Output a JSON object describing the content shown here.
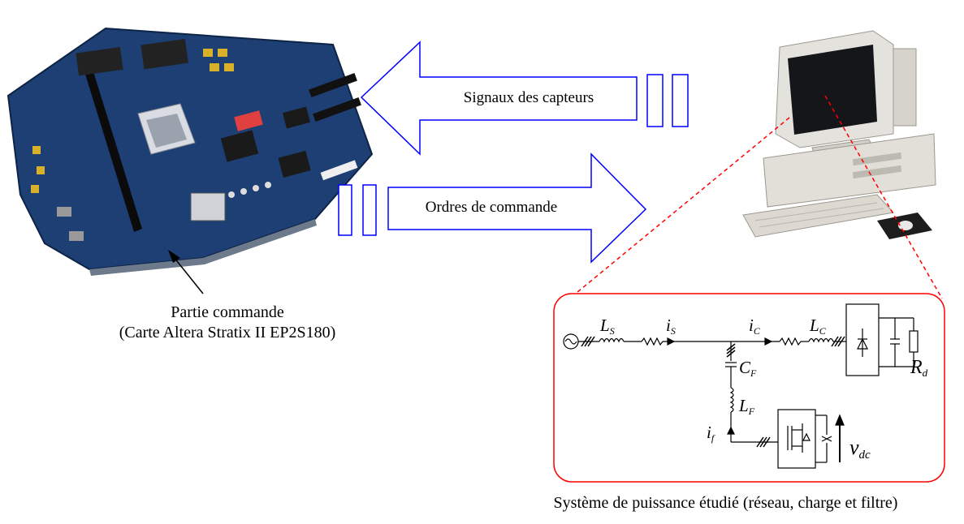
{
  "arrows": {
    "top_label": "Signaux des capteurs",
    "bottom_label": "Ordres de commande"
  },
  "board": {
    "caption_line1": "Partie commande",
    "caption_line2": "(Carte Altera Stratix II EP2S180)"
  },
  "system": {
    "caption": "Système de puissance étudié (réseau, charge et filtre)"
  },
  "circuit": {
    "Ls": "L",
    "Ls_sub": "S",
    "is": "i",
    "is_sub": "S",
    "ic": "i",
    "ic_sub": "C",
    "Lc": "L",
    "Lc_sub": "C",
    "Cf": "C",
    "Cf_sub": "F",
    "Lf": "L",
    "Lf_sub": "F",
    "if": "i",
    "if_sub": "f",
    "vdc": "v",
    "vdc_sub": "dc",
    "Rd": "R",
    "Rd_sub": "d"
  },
  "colors": {
    "arrow_blue": "#0000ff",
    "frame_red": "#ff0000",
    "board_blue": "#1d3f73"
  }
}
